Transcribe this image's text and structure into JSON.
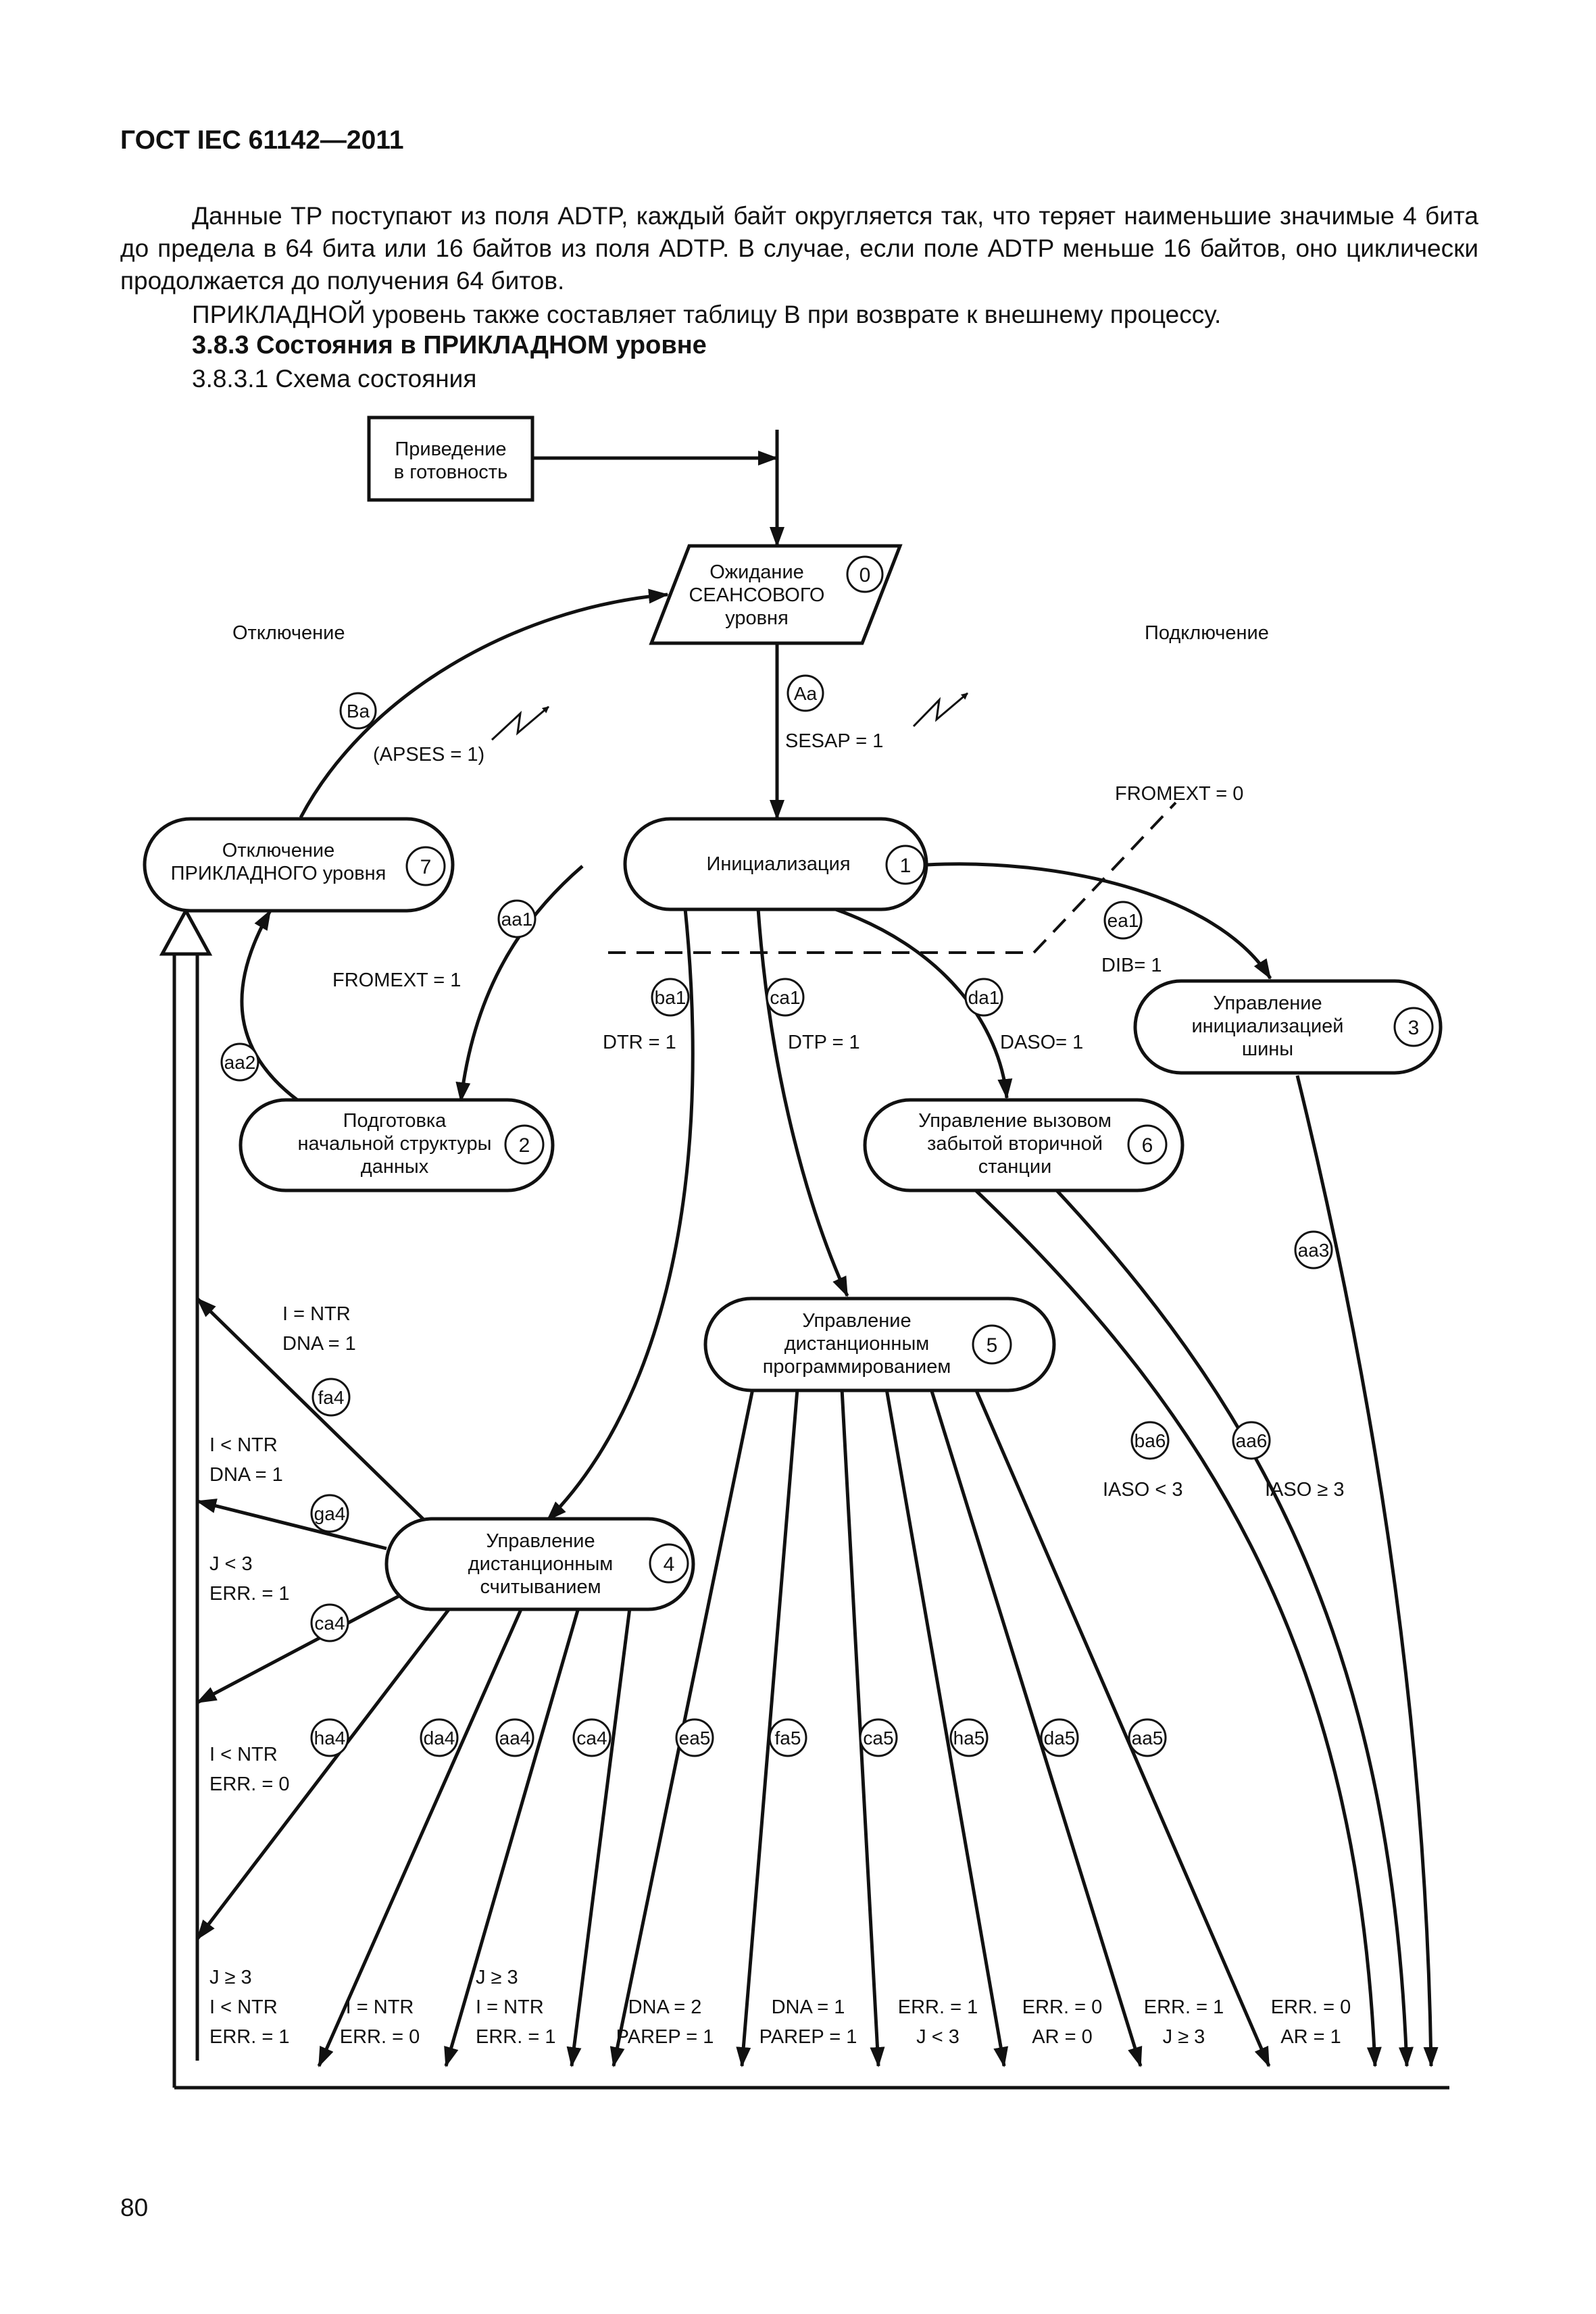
{
  "header": "ГОСТ IEC 61142—2011",
  "paragraph1": "Данные ТР поступают из поля ADTP, каждый байт округляется так, что теряет наименьшие значимые 4 бита до предела в 64 бита или 16 байтов из поля ADTP. В случае, если поле ADTP меньше 16 байтов, оно циклически продолжается до получения 64 битов.",
  "paragraph2": "ПРИКЛАДНОЙ уровень также составляет таблицу В при возврате к внешнему процессу.",
  "section_heading": "3.8.3 Состояния в ПРИКЛАДНОМ уровне",
  "subsection_heading": "3.8.3.1 Схема состояния",
  "page_number": "80",
  "diagram": {
    "start_box": [
      "Приведение",
      "в готовность"
    ],
    "states": {
      "s0": {
        "lines": [
          "Ожидание",
          "СЕАНСОВОГО",
          "уровня"
        ],
        "num": "0"
      },
      "s1": {
        "lines": [
          "Инициализация"
        ],
        "num": "1"
      },
      "s2": {
        "lines": [
          "Подготовка",
          "начальной структуры",
          "данных"
        ],
        "num": "2"
      },
      "s3": {
        "lines": [
          "Управление",
          "инициализацией",
          "шины"
        ],
        "num": "3"
      },
      "s4": {
        "lines": [
          "Управление",
          "дистанционным",
          "считыванием"
        ],
        "num": "4"
      },
      "s5": {
        "lines": [
          "Управление",
          "дистанционным",
          "программированием"
        ],
        "num": "5"
      },
      "s6": {
        "lines": [
          "Управление вызовом",
          "забытой вторичной",
          "станции"
        ],
        "num": "6"
      },
      "s7": {
        "lines": [
          "Отключение",
          "ПРИКЛАДНОГО уровня"
        ],
        "num": "7"
      }
    },
    "labels": {
      "disconnect": "Отключение",
      "connect": "Подключение",
      "apses": "(APSES = 1)",
      "sesap": "SESAP = 1",
      "fromext0": "FROMEXT = 0",
      "fromext1": "FROMEXT = 1",
      "dib": "DIB= 1",
      "dtr": "DTR = 1",
      "dtp": "DTP = 1",
      "daso": "DASO= 1",
      "iaso_lt": "IASO < 3",
      "iaso_ge": "IASO ≥ 3",
      "fa4_cond": [
        "I = NTR",
        "DNA = 1"
      ],
      "ga4_cond": [
        "I < NTR",
        "DNA = 1"
      ],
      "ca4_cond": [
        "J < 3",
        "ERR. = 1"
      ],
      "ha4_cond": [
        "I < NTR",
        "ERR. = 0"
      ]
    },
    "codes": [
      "Ba",
      "Aa",
      "aa1",
      "aa2",
      "ea1",
      "ba1",
      "ca1",
      "da1",
      "aa3",
      "fa4",
      "ga4",
      "ca4",
      "ha4",
      "da4",
      "aa4",
      "ca4",
      "ea5",
      "fa5",
      "ca5",
      "ha5",
      "da5",
      "aa5",
      "ba6",
      "aa6"
    ],
    "bottom_conditions": [
      [
        "J ≥ 3",
        "I < NTR",
        "ERR. = 1"
      ],
      [
        "I = NTR",
        "ERR. = 0"
      ],
      [
        "J ≥ 3",
        "I = NTR",
        "ERR. = 1"
      ],
      [
        "DNA = 2",
        "PAREP = 1"
      ],
      [
        "DNA = 1",
        "PAREP = 1"
      ],
      [
        "ERR. = 1",
        "J < 3"
      ],
      [
        "ERR. = 0",
        "AR = 0"
      ],
      [
        "ERR. = 1",
        "J ≥ 3"
      ],
      [
        "ERR. = 0",
        "AR = 1"
      ]
    ]
  }
}
